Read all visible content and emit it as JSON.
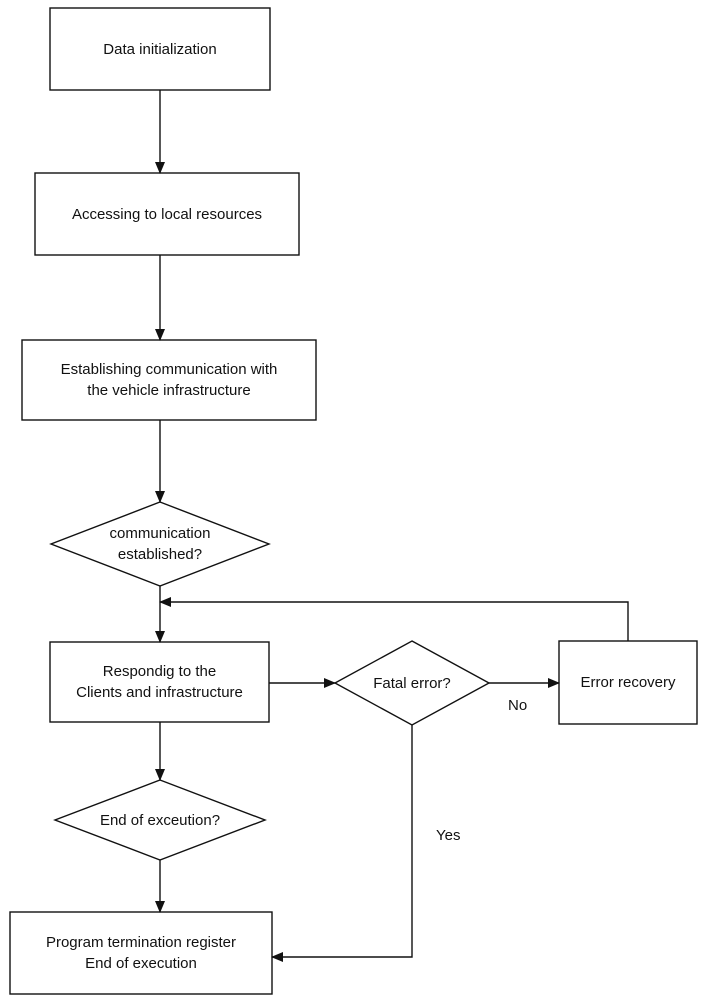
{
  "flowchart": {
    "nodes": {
      "init": {
        "type": "process",
        "lines": [
          "Data initialization"
        ]
      },
      "access": {
        "type": "process",
        "lines": [
          "Accessing to local resources"
        ]
      },
      "establish": {
        "type": "process",
        "lines": [
          "Establishing communication with",
          "the vehicle infrastructure"
        ]
      },
      "comm_check": {
        "type": "decision",
        "lines": [
          "communication",
          "established?"
        ]
      },
      "respond": {
        "type": "process",
        "lines": [
          "Respondig to the",
          "Clients and infrastructure"
        ]
      },
      "fatal": {
        "type": "decision",
        "lines": [
          "Fatal error?"
        ]
      },
      "recovery": {
        "type": "process",
        "lines": [
          "Error recovery"
        ]
      },
      "end_check": {
        "type": "decision",
        "lines": [
          "End of exceution?"
        ]
      },
      "terminate": {
        "type": "process",
        "lines": [
          "Program termination register",
          "End of execution"
        ]
      }
    },
    "edge_labels": {
      "no": "No",
      "yes": "Yes"
    }
  },
  "colors": {
    "stroke": "#111111",
    "background": "#ffffff"
  }
}
